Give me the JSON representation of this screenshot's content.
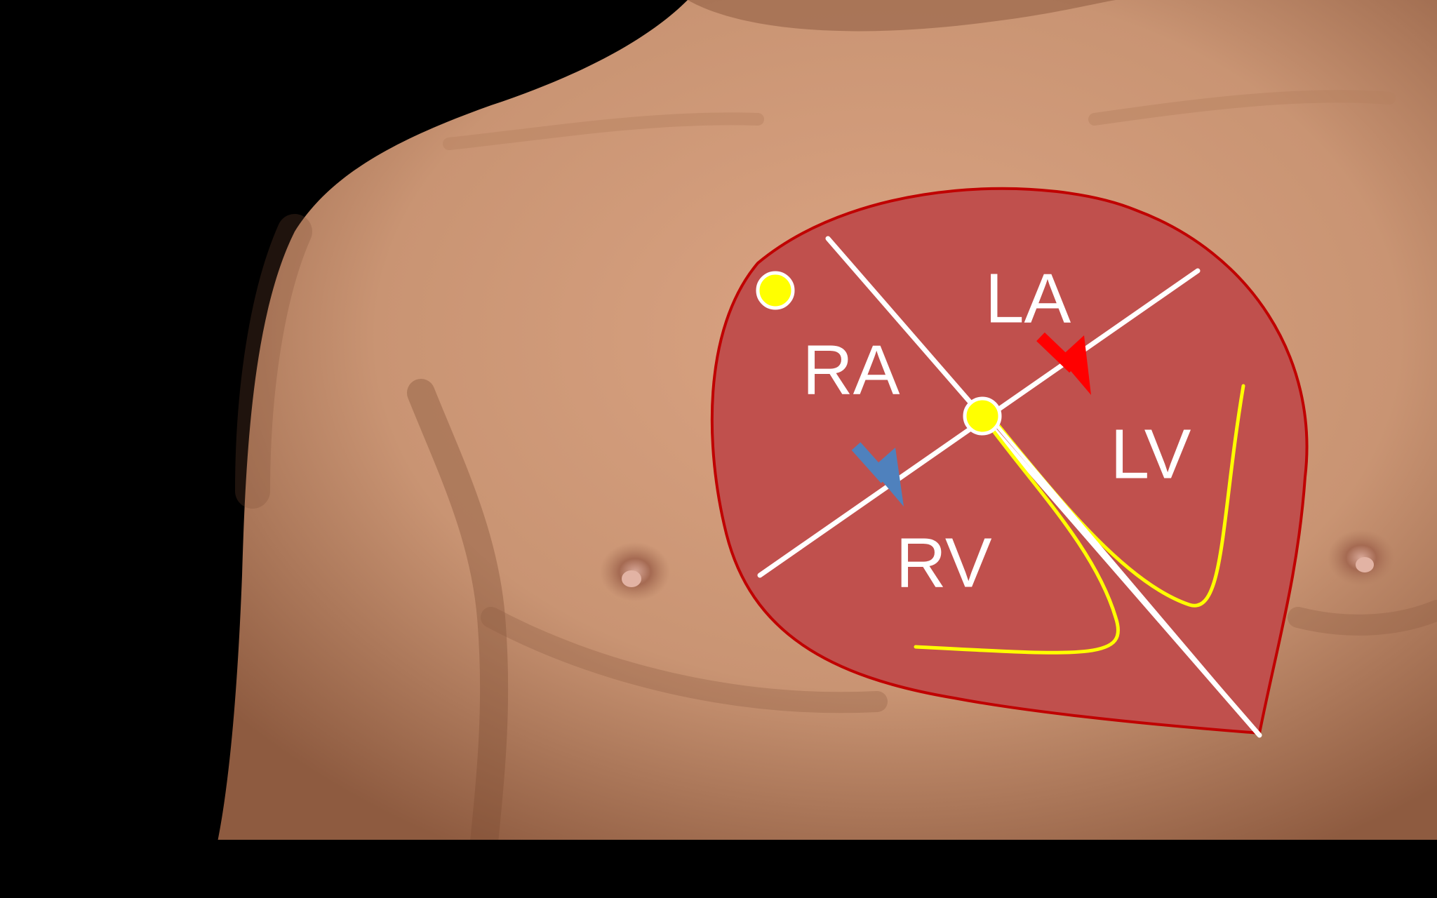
{
  "diagram": {
    "labels": {
      "right_atrium": "RA",
      "left_atrium": "LA",
      "left_ventricle": "LV",
      "right_ventricle": "RV"
    },
    "colors": {
      "background": "#000000",
      "skin": "#c99473",
      "skin_shadow": "#9c6a4c",
      "heart_fill": "#c0504d",
      "heart_outline": "#c00000",
      "septum_lines": "#ffffff",
      "valve_markers": "#ffff00",
      "valve_marker_outline": "#ffffff",
      "leaflet_curves": "#ffff00",
      "arrow_left_side": "#ff0000",
      "arrow_right_side": "#4f81bd",
      "nipple": "#a56a52"
    },
    "icons": {
      "arrow_left_side": "down-right-arrow-icon",
      "arrow_right_side": "down-right-arrow-icon",
      "valve_markers": "circle-marker-icon"
    }
  }
}
